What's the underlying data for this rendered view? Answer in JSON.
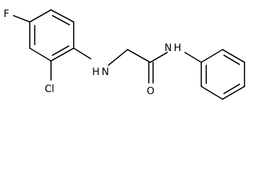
{
  "molecule": {
    "atoms": {
      "fluorine": "F",
      "chlorine": "Cl",
      "amine_nh": "H N",
      "amide_nh": "N H",
      "oxygen": "O"
    },
    "colors": {
      "bond": "#000000",
      "label": "#000000",
      "background": "#ffffff"
    }
  }
}
